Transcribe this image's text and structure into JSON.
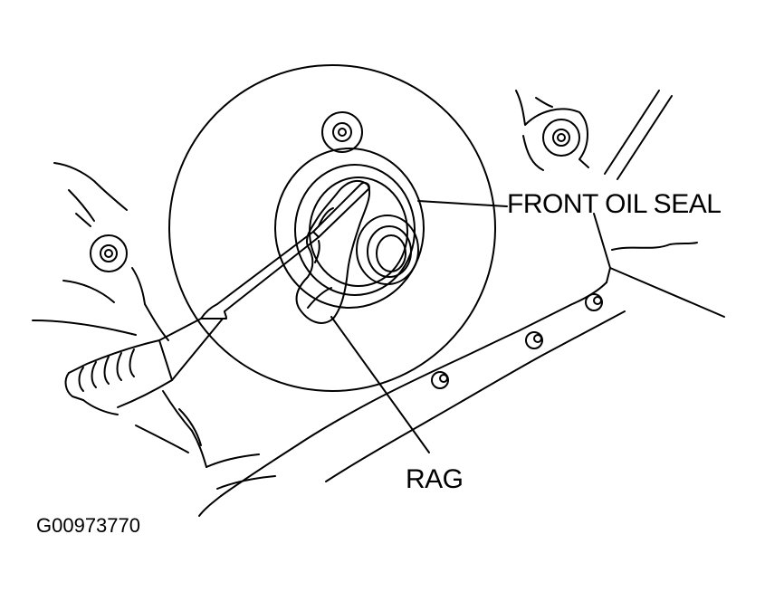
{
  "labels": {
    "front_oil_seal": "FRONT OIL SEAL",
    "rag": "RAG"
  },
  "figure_code": "G00973770",
  "colors": {
    "line": "#000000",
    "background": "#ffffff"
  }
}
